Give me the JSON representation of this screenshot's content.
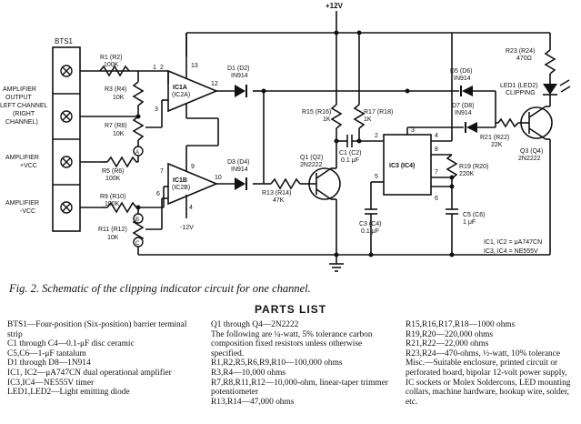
{
  "schematic": {
    "labels": {
      "supply_top": "+12V",
      "bts": "BTS1",
      "in_left": [
        "AMPLIFIER",
        "OUTPUT",
        "LEFT CHANNEL",
        "(RIGHT",
        "CHANNEL)"
      ],
      "in_vcc_pos": [
        "AMPLIFIER",
        "+VCC"
      ],
      "in_vcc_neg": [
        "AMPLIFIER",
        "-VCC"
      ],
      "r1": [
        "R1 (R2)",
        "100K"
      ],
      "r3": [
        "R3 (R4)",
        "10K"
      ],
      "r7": [
        "R7 (R8)",
        "10K"
      ],
      "r5": [
        "R5 (R6)",
        "100K"
      ],
      "r9": [
        "R9 (R10)",
        "100K"
      ],
      "r11": [
        "R11 (R12)",
        "10K"
      ],
      "ic1a": [
        "IC1A",
        "(IC2A)"
      ],
      "ic1b": [
        "IC1B",
        "(IC2B)"
      ],
      "neg12": "-12V",
      "d1": [
        "D1 (D2)",
        "IN914"
      ],
      "d3": [
        "D3 (D4)",
        "IN914"
      ],
      "r13": [
        "R13 (R14)",
        "47K"
      ],
      "r15": [
        "R15 (R16)",
        "1K"
      ],
      "r17": [
        "R17 (R18)",
        "1K"
      ],
      "c2": [
        "C1 (C2)",
        "0.1 μF"
      ],
      "q1": [
        "Q1 (Q2)",
        "2N2222"
      ],
      "ic3": "IC3 (IC4)",
      "c3": [
        "C3 (C4)",
        "0.1 μF"
      ],
      "c5": [
        "C5 (C6)",
        "1 μF"
      ],
      "r19": [
        "R19 (R20)",
        "220K"
      ],
      "d5": [
        "D5 (D6)",
        "IN914"
      ],
      "d7": [
        "D7 (D8)",
        "IN914"
      ],
      "r21": [
        "R21 (R22)",
        "22K"
      ],
      "r23": [
        "R23 (R24)",
        "470Ω"
      ],
      "led": [
        "LED1 (LED2)",
        "CLIPPING"
      ],
      "q3": [
        "Q3 (Q4)",
        "2N2222"
      ],
      "ic_note": [
        "IC1, IC2 = μA747CN",
        "IC3, IC4 = NE555V"
      ],
      "pins": {
        "p1": "1",
        "p2": "2",
        "p3": "3",
        "p4": "4",
        "p5": "5",
        "p6": "6",
        "p7": "7",
        "p8": "8",
        "p9": "9",
        "p10": "10",
        "p12": "12",
        "p13": "13"
      },
      "points": {
        "A": "A",
        "B": "B",
        "C": "C"
      }
    }
  },
  "caption": "Fig. 2. Schematic of the clipping indicator circuit for one channel.",
  "parts_list": {
    "title": "PARTS LIST",
    "col1": [
      "BTS1—Four-position (Six-position) barrier terminal strip",
      "C1 through C4—0.1-μF disc ceramic",
      "C5,C6—1-μF tantalum",
      "D1 through D8—1N914",
      "IC1, IC2—μA747CN dual operational amplifier",
      "IC3,IC4—NE555V timer",
      "LED1,LED2—Light emitting diode"
    ],
    "col2": [
      "Q1 through Q4—2N2222",
      "The following are ¼-watt, 5% tolerance carbon composition fixed resistors unless otherwise specified.",
      "R1,R2,R5,R6,R9,R10—100,000 ohms",
      "R3,R4—10,000 ohms",
      "R7,R8,R11,R12—10,000-ohm, linear-taper trimmer potentiometer",
      "R13,R14—47,000 ohms"
    ],
    "col3": [
      "R15,R16,R17,R18—1000 ohms",
      "R19,R20—220,000 ohms",
      "R21,R22—22,000 ohms",
      "R23,R24—470-ohms, ½-watt, 10% tolerance",
      "Misc.—Suitable enclosure, printed circuit or perforated board, bipolar 12-volt power supply, IC sockets or Molex Soldercons, LED mounting collars, machine hardware, hookup wire, solder, etc."
    ]
  }
}
